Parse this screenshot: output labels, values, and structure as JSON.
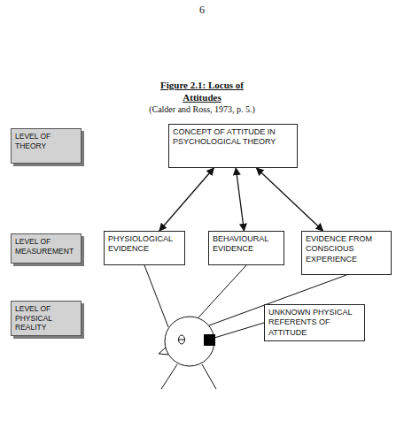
{
  "diagram": {
    "title": "Figure 2.1: Locus of Attitudes",
    "caption": "(Calder and Ross, 1973, p. 5.)",
    "nodes": [
      {
        "text": [
          "LEVEL OF THEORY"
        ]
      },
      {
        "text": [
          "CONCEPT OF ATTITUDE IN PSYCHOLOGICAL THEORY"
        ]
      },
      {
        "text": [
          "LEVEL OF MEASUREMENT"
        ]
      },
      {
        "text": [
          "PHYSIOLOGICAL EVIDENCE"
        ]
      },
      {
        "text": [
          "BEHAVIOURAL EVIDENCE"
        ]
      },
      {
        "text": [
          "EVIDENCE FROM CONSCIOUS EXPERIENCE"
        ]
      },
      {
        "text": [
          "LEVEL OF PHYSICAL REALITY"
        ]
      },
      {
        "text": [
          "UNKNOWN PHYSICAL REFERENTS OF ATTITUDE"
        ]
      }
    ],
    "edges": [
      {
        "from": 1,
        "to": 3,
        "arrow": "both"
      },
      {
        "from": 1,
        "to": 4,
        "arrow": "both"
      },
      {
        "from": 1,
        "to": 5,
        "arrow": "both"
      }
    ],
    "labels": [
      "6"
    ]
  }
}
